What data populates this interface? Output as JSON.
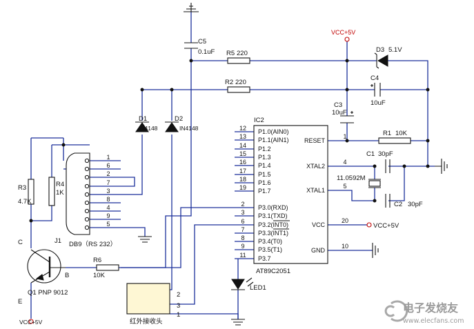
{
  "power": {
    "vcc_top": "VCC+5V",
    "vcc_right1": "VCC+5V",
    "vcc_bottom": "VCC+5V"
  },
  "components": {
    "c5": {
      "ref": "C5",
      "value": "0.1uF"
    },
    "r5": {
      "ref": "R5",
      "value": "220"
    },
    "r2": {
      "ref": "R2",
      "value": "220"
    },
    "d3": {
      "ref": "D3",
      "value": "5.1V"
    },
    "c4": {
      "ref": "C4",
      "value": "10uF"
    },
    "c3": {
      "ref": "C3",
      "value": "10uF"
    },
    "d1": {
      "ref": "D1",
      "value": "IN4148"
    },
    "d2": {
      "ref": "D2",
      "value": "IN4148"
    },
    "r1": {
      "ref": "R1",
      "value": "10K"
    },
    "c1": {
      "ref": "C1",
      "value": "30pF"
    },
    "c2": {
      "ref": "C2",
      "value": "30pF"
    },
    "xtal": {
      "value": "11.0592M"
    },
    "r3": {
      "ref": "R3",
      "value": "4.7K"
    },
    "r4": {
      "ref": "R4",
      "value": "1K"
    },
    "j1": {
      "ref": "J1"
    },
    "db9": {
      "label": "DB9（RS 232）",
      "pins": [
        "1",
        "6",
        "2",
        "7",
        "3",
        "8",
        "4",
        "9",
        "5"
      ]
    },
    "r6": {
      "ref": "R6",
      "value": "10K"
    },
    "q1": {
      "label": "Q1 PNP 9012",
      "c": "C",
      "b": "B",
      "e": "E"
    },
    "led1": {
      "ref": "LED1"
    },
    "ir": {
      "label": "红外接收头",
      "pins": [
        "2",
        "3",
        "1"
      ]
    }
  },
  "ic2": {
    "ref": "IC2",
    "part": "AT89C2051",
    "left_pins": [
      {
        "num": "12",
        "name": "P1.0(AIN0)"
      },
      {
        "num": "13",
        "name": "P1.1(AIN1)"
      },
      {
        "num": "14",
        "name": "P1.2"
      },
      {
        "num": "15",
        "name": "P1.3"
      },
      {
        "num": "16",
        "name": "P1.4"
      },
      {
        "num": "17",
        "name": "P1.5"
      },
      {
        "num": "18",
        "name": "P1.6"
      },
      {
        "num": "19",
        "name": "P1.7"
      },
      {
        "num": "2",
        "name": "P3.0(RXD)"
      },
      {
        "num": "3",
        "name": "P3.1(TXD)"
      },
      {
        "num": "6",
        "name": "P3.2(INT0)"
      },
      {
        "num": "7",
        "name": "P3.3(INT1)"
      },
      {
        "num": "8",
        "name": "P3.4(T0)"
      },
      {
        "num": "9",
        "name": "P3.5(T1)"
      },
      {
        "num": "11",
        "name": "P3.7"
      }
    ],
    "right_pins": [
      {
        "num": "1",
        "name": "RESET"
      },
      {
        "num": "4",
        "name": "XTAL2"
      },
      {
        "num": "5",
        "name": "XTAL1"
      },
      {
        "num": "20",
        "name": "VCC"
      },
      {
        "num": "10",
        "name": "GND"
      }
    ]
  },
  "watermark": {
    "title": "电子发烧友",
    "url": "www.elecfans.com"
  }
}
